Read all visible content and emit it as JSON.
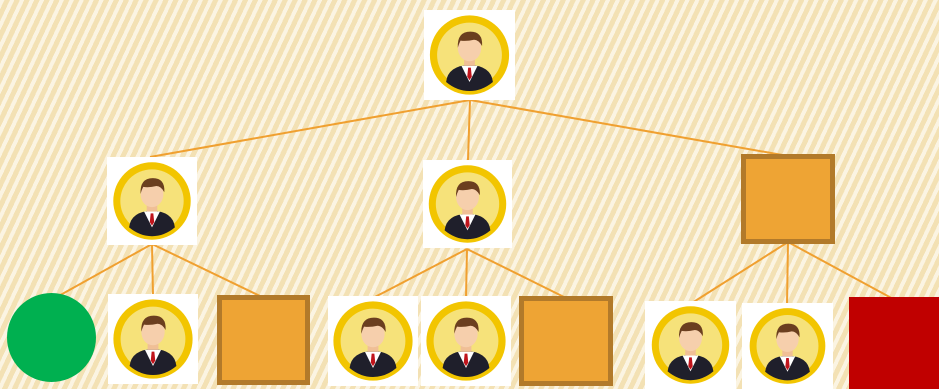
{
  "diagram": {
    "type": "tree",
    "colors": {
      "connector": "#f0a030",
      "avatar_ring": "#f2c500",
      "avatar_bg": "#f6e27a",
      "square_fill": "#eea434",
      "square_border": "#b27a2a",
      "red_square": "#c00000",
      "green_circle": "#00b050"
    },
    "nodes": [
      {
        "id": "root",
        "kind": "person-icon"
      },
      {
        "id": "l1-left",
        "kind": "person-icon",
        "parent": "root"
      },
      {
        "id": "l1-mid",
        "kind": "person-icon",
        "parent": "root"
      },
      {
        "id": "l1-right",
        "kind": "orange-square",
        "parent": "root"
      },
      {
        "id": "l2-1",
        "kind": "green-circle",
        "parent": "l1-left"
      },
      {
        "id": "l2-2",
        "kind": "person-icon",
        "parent": "l1-left"
      },
      {
        "id": "l2-3",
        "kind": "orange-square",
        "parent": "l1-left"
      },
      {
        "id": "l2-4",
        "kind": "person-icon",
        "parent": "l1-mid"
      },
      {
        "id": "l2-5",
        "kind": "person-icon",
        "parent": "l1-mid"
      },
      {
        "id": "l2-6",
        "kind": "orange-square",
        "parent": "l1-mid"
      },
      {
        "id": "l2-7",
        "kind": "person-icon",
        "parent": "l1-right"
      },
      {
        "id": "l2-8",
        "kind": "person-icon",
        "parent": "l1-right"
      },
      {
        "id": "l2-9",
        "kind": "red-square",
        "parent": "l1-right"
      }
    ]
  }
}
